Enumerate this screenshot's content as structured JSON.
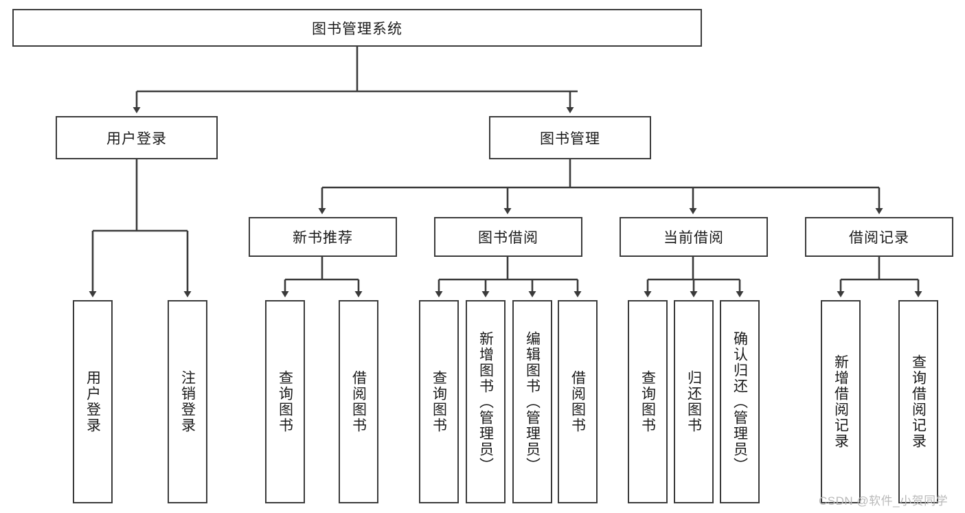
{
  "diagram": {
    "type": "tree-hierarchy-diagram",
    "title": "图书管理系统",
    "root": {
      "id": "root",
      "label": "图书管理系统"
    },
    "level2": [
      {
        "id": "user-login",
        "label": "用户登录"
      },
      {
        "id": "book-management",
        "label": "图书管理"
      }
    ],
    "level3": [
      {
        "id": "new-book-recommend",
        "label": "新书推荐",
        "parent": "book-management"
      },
      {
        "id": "book-borrow",
        "label": "图书借阅",
        "parent": "book-management"
      },
      {
        "id": "current-borrow",
        "label": "当前借阅",
        "parent": "book-management"
      },
      {
        "id": "borrow-record",
        "label": "借阅记录",
        "parent": "book-management"
      }
    ],
    "leaves": {
      "user-login": [
        {
          "id": "leaf-user-login",
          "label": "用户登录"
        },
        {
          "id": "leaf-logout-login",
          "label": "注销登录"
        }
      ],
      "new-book-recommend": [
        {
          "id": "leaf-query-book-1",
          "label": "查询图书"
        },
        {
          "id": "leaf-borrow-book-1",
          "label": "借阅图书"
        }
      ],
      "book-borrow": [
        {
          "id": "leaf-query-book-2",
          "label": "查询图书"
        },
        {
          "id": "leaf-add-book",
          "label": "新增图书（管理员）"
        },
        {
          "id": "leaf-edit-book",
          "label": "编辑图书（管理员）"
        },
        {
          "id": "leaf-borrow-book-2",
          "label": "借阅图书"
        }
      ],
      "current-borrow": [
        {
          "id": "leaf-query-book-3",
          "label": "查询图书"
        },
        {
          "id": "leaf-return-book",
          "label": "归还图书"
        },
        {
          "id": "leaf-confirm-return",
          "label": "确认归还（管理员）"
        }
      ],
      "borrow-record": [
        {
          "id": "leaf-add-record",
          "label": "新增借阅记录"
        },
        {
          "id": "leaf-query-record",
          "label": "查询借阅记录"
        }
      ]
    }
  },
  "watermark": {
    "text": "CSDN @软件_小贺同学"
  },
  "colors": {
    "stroke": "#3a3a3a",
    "text": "#1a1a1a",
    "background": "#ffffff",
    "watermark": "#b9b9b9"
  }
}
